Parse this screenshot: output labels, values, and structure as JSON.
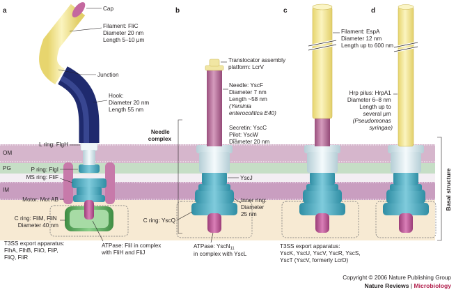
{
  "panels": [
    "a",
    "b",
    "c",
    "d"
  ],
  "membranes": {
    "om": "OM",
    "pg": "PG",
    "im": "IM"
  },
  "side_label": "Basal structure",
  "panel_a": {
    "cap": "Cap",
    "filament": [
      "Filament: FliC",
      "Diameter 20 nm",
      "Length 5–10 μm"
    ],
    "junction": "Junction",
    "hook": [
      "Hook:",
      "Diameter 20 nm",
      "Length 55 nm"
    ],
    "l_ring": "L ring: FlgH",
    "p_ring": "P ring: FlgI",
    "ms_ring": "MS ring: FliF",
    "motor": "Motor: Mot AB",
    "c_ring": [
      "C ring: FliM, FliN",
      "Diameter 40 nm"
    ],
    "export": [
      "T3SS export apparatus:",
      "FlhA, FlhB, FliO, FliP,",
      "FliQ, FliR"
    ],
    "atpase": [
      "ATPase: FliI in complex",
      "with FliH and FliJ"
    ]
  },
  "panel_b": {
    "translocator": [
      "Translocator assembly",
      "platform: LcrV"
    ],
    "needle": [
      "Needle: YscF",
      "Diameter 7 nm",
      "Length ~58 nm"
    ],
    "needle_species": [
      "(Yersinia",
      "enterocolitica E40)"
    ],
    "needle_complex": [
      "Needle",
      "complex"
    ],
    "secretin": [
      "Secretin: YscC",
      "Pilot: YscW",
      "Diameter 20 nm"
    ],
    "yscj": "YscJ",
    "inner_ring": [
      "Inner ring:",
      "Diameter",
      "25 nm"
    ],
    "c_ring": "C ring: YscQ",
    "atpase": [
      "ATPase: YscN",
      "in complex with YscL"
    ],
    "atpase_sub": "11"
  },
  "panel_c": {
    "filament": [
      "Filament: EspA",
      "Diameter 12 nm",
      "Length up to 600 nm"
    ],
    "export": [
      "T3SS export apparatus:",
      "YscK, YscU, YscV, YscR, YscS,",
      "YscT (YscV, formerly LcrD)"
    ]
  },
  "panel_d": {
    "pilus": [
      "Hrp pilus: HrpA1",
      "Diameter 6–8 nm",
      "Length up to",
      "several μm"
    ],
    "species": [
      "(Pseudomonas",
      "syringae)"
    ]
  },
  "copyright": "Copyright © 2006 Nature Publishing Group",
  "journal": {
    "name": "Nature Reviews",
    "sep": " | ",
    "section": "Microbiology"
  },
  "colors": {
    "filament": "#f4ea97",
    "hook": "#27337a",
    "needle": "#b26a93",
    "ring_light": "#dcebef",
    "ring_teal": "#3fa3b8",
    "ms_ring": "#c2579b",
    "c_ring": "#4fa34f",
    "om": "#d7b7cd",
    "pg": "#cbe1cb",
    "im": "#caa0c0",
    "cytoplasm": "#f6ead4"
  }
}
